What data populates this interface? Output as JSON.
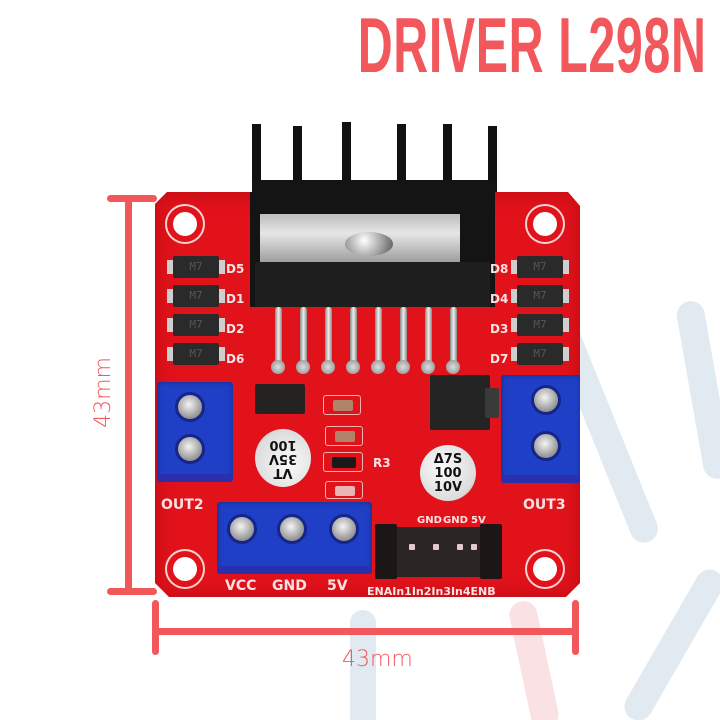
{
  "title": "DRIVER L298N",
  "dimensions": {
    "height_label": "43mm",
    "width_label": "43mm",
    "color": "#f2575c"
  },
  "board": {
    "pcb_color": "#e2121b",
    "terminal_color": "#1f3fc6",
    "chip": "L298N",
    "diodes_left": [
      {
        "label": "D5",
        "marking": "M7"
      },
      {
        "label": "D1",
        "marking": "M7"
      },
      {
        "label": "D2",
        "marking": "M7"
      },
      {
        "label": "D6",
        "marking": "M7"
      }
    ],
    "diodes_right": [
      {
        "label": "D8",
        "marking": "M7"
      },
      {
        "label": "D4",
        "marking": "M7"
      },
      {
        "label": "D3",
        "marking": "M7"
      },
      {
        "label": "D7",
        "marking": "M7"
      }
    ],
    "outputs": {
      "left": "OUT2",
      "right": "OUT3"
    },
    "power_terminal": [
      "VCC",
      "GND",
      "5V"
    ],
    "header_top_labels": [
      "GND",
      "GND",
      "5V"
    ],
    "header_bottom_labels": [
      "ENA",
      "In1",
      "In2",
      "In3",
      "In4",
      "ENB"
    ],
    "resistor_label": "R3",
    "cap_left": {
      "lines": [
        "VT",
        "35V",
        "100"
      ]
    },
    "cap_right": {
      "lines": [
        "Δ7S",
        "100",
        "10V"
      ]
    }
  }
}
